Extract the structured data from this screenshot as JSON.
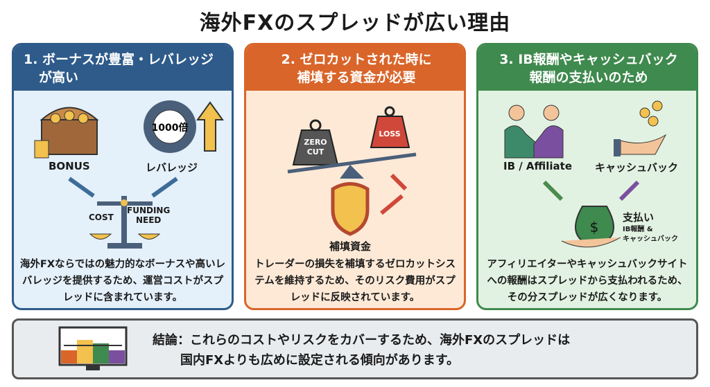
{
  "title": "海外FXのスプレッドが広い理由",
  "panels": [
    {
      "title_line1": "1. ボーナスが豊富・レバレッジ",
      "title_line2": "が高い",
      "labels": {
        "bonus": "BONUS",
        "leverage": "レバレッジ",
        "gear": "1000倍",
        "cost": "COST",
        "funding1": "FUNDING",
        "funding2": "NEED"
      },
      "description": "海外FXならではの魅力的なボーナスや高いレバレッジを提供するため、運営コストがスプレッドに含まれています。",
      "color": "#2e5b8a"
    },
    {
      "title_line1": "2. ゼロカットされた時に",
      "title_line2": "補填する資金が必要",
      "labels": {
        "zero1": "ZERO",
        "zero2": "CUT",
        "loss": "LOSS",
        "fund": "補填資金"
      },
      "description": "トレーダーの損失を補填するゼロカットシステムを維持するため、そのリスク費用がスプレッドに反映されています。",
      "color": "#d9652a"
    },
    {
      "title_line1": "3. IB報酬やキャッシュバック",
      "title_line2": "報酬の支払いのため",
      "labels": {
        "ib": "IB / Affiliate",
        "cashback": "キャッシュバック",
        "pay": "支払い",
        "pay_sub1": "IB報酬 &",
        "pay_sub2": "キャッシュバック"
      },
      "description": "アフィリエイターやキャッシュバックサイトへの報酬はスプレッドから支払われるため、その分スプレッドが広くなります。",
      "color": "#3f8a4e"
    }
  ],
  "conclusion": {
    "line1": "結論：これらのコストやリスクをカバーするため、海外FXのスプレッドは",
    "line2": "国内FXよりも広めに設定される傾向があります。"
  }
}
